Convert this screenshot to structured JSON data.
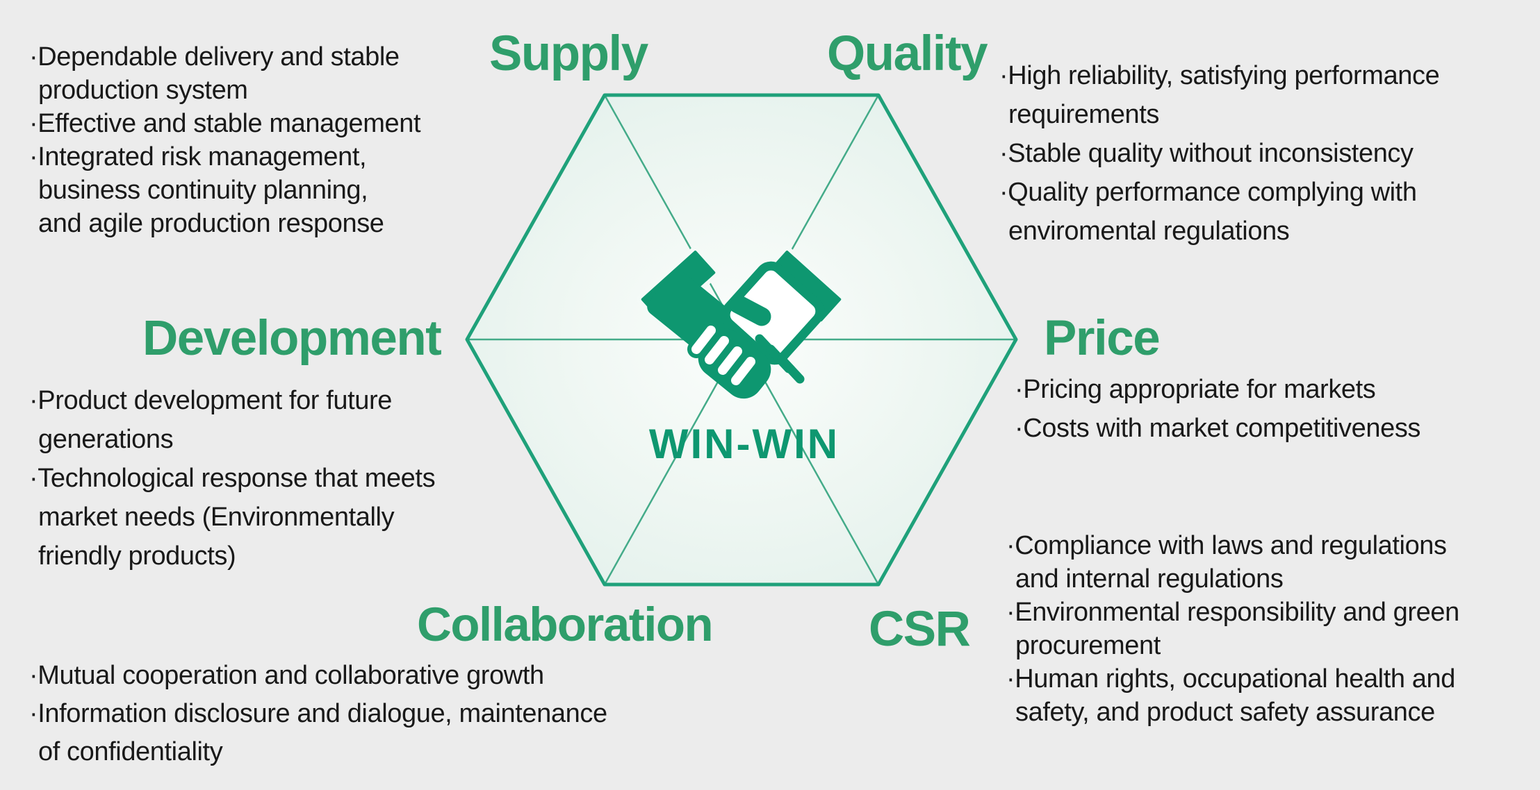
{
  "bullet_char": "·",
  "colors": {
    "background": "#ececec",
    "hexagon_border": "#1fa17a",
    "hexagon_fill": "#e4f1ec",
    "hexagon_fill_center": "#fbfdfc",
    "spoke_green": "#44ab89",
    "title_green": "#2f9e6b",
    "icon_green": "#0e9770",
    "body_text": "#191919"
  },
  "center": {
    "label": "WIN-WIN",
    "icon": "handshake-icon"
  },
  "sections": {
    "supply": {
      "title": "Supply",
      "items": [
        [
          "Dependable delivery and stable",
          "production system"
        ],
        [
          "Effective and stable management"
        ],
        [
          "Integrated risk management,",
          "business continuity planning,",
          "and agile production response"
        ]
      ]
    },
    "quality": {
      "title": "Quality",
      "items": [
        [
          "High reliability, satisfying performance",
          "requirements"
        ],
        [
          "Stable quality without inconsistency"
        ],
        [
          "Quality performance complying with",
          "enviromental regulations"
        ]
      ]
    },
    "development": {
      "title": "Development",
      "items": [
        [
          "Product development for future",
          "generations"
        ],
        [
          "Technological response that meets",
          "market needs (Environmentally",
          "friendly products)"
        ]
      ]
    },
    "price": {
      "title": "Price",
      "items": [
        [
          "Pricing appropriate for markets"
        ],
        [
          "Costs with market competitiveness"
        ]
      ]
    },
    "collaboration": {
      "title": "Collaboration",
      "items": [
        [
          "Mutual cooperation and collaborative growth"
        ],
        [
          "Information disclosure and dialogue, maintenance",
          "of confidentiality"
        ]
      ]
    },
    "csr": {
      "title": "CSR",
      "items": [
        [
          "Compliance with laws and regulations",
          "and internal regulations"
        ],
        [
          "Environmental responsibility and green",
          "procurement"
        ],
        [
          "Human rights, occupational health and",
          "safety, and product safety assurance"
        ]
      ]
    }
  }
}
